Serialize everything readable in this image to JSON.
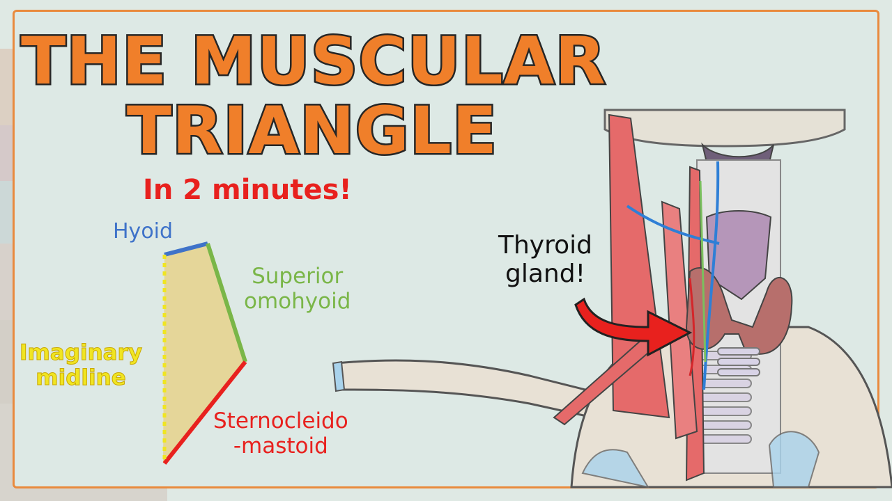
{
  "title": {
    "line1": "THE MUSCULAR",
    "line2": "TRIANGLE"
  },
  "subtitle": "In 2 minutes!",
  "labels": {
    "hyoid": "Hyoid",
    "superior_omohyoid": [
      "Superior",
      "omohyoid"
    ],
    "imaginary_midline": [
      "Imaginary",
      "midline"
    ],
    "sternocleidomastoid": [
      "Sternocleido",
      "-mastoid"
    ],
    "thyroid_gland": [
      "Thyroid",
      "gland!"
    ]
  },
  "colors": {
    "title_fill": "#f07f2a",
    "hyoid": "#3f73c9",
    "superior_omohyoid": "#7ab648",
    "imaginary_midline": "#f0e522",
    "sternocleidomastoid": "#e8211e",
    "triangle_fill": "#e6d28c",
    "arrow": "#e8211e"
  }
}
